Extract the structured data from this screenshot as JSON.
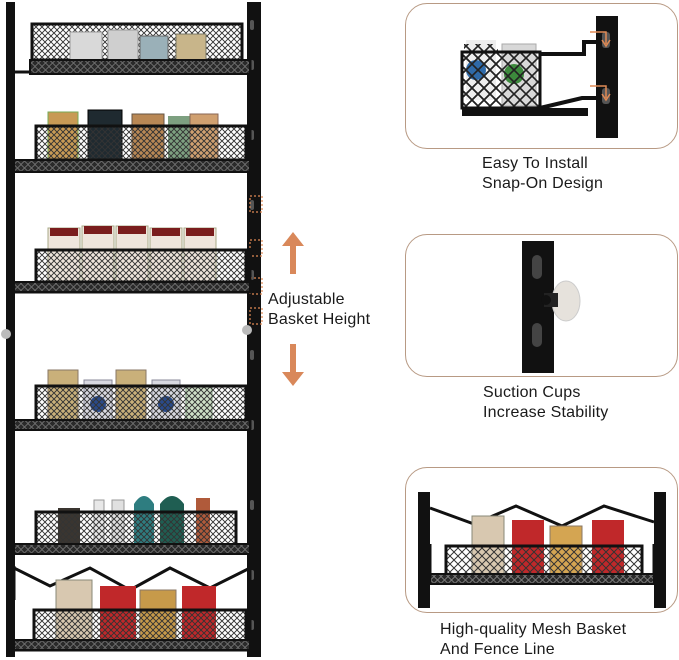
{
  "callouts": {
    "adjustable": {
      "line1": "Adjustable",
      "line2": "Basket Height"
    },
    "install": {
      "line1": "Easy To Install",
      "line2": "Snap-On Design"
    },
    "suction": {
      "line1": "Suction Cups",
      "line2": "Increase Stability"
    },
    "mesh": {
      "line1": "High-quality Mesh Basket",
      "line2": "And Fence Line"
    }
  },
  "colors": {
    "frame": "#111111",
    "arrow": "#d9885a",
    "panel_border": "#b89a84"
  }
}
